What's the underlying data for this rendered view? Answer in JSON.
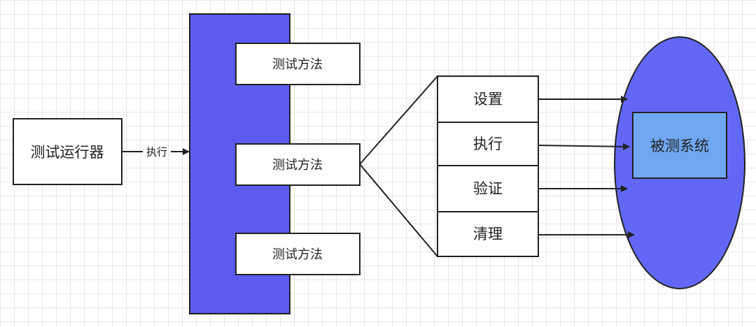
{
  "runner": {
    "label": "测试运行器"
  },
  "execute_arrow": {
    "label": "执行"
  },
  "test_methods": [
    {
      "label": "测试方法"
    },
    {
      "label": "测试方法"
    },
    {
      "label": "测试方法"
    }
  ],
  "phases": [
    {
      "label": "设置"
    },
    {
      "label": "执行"
    },
    {
      "label": "验证"
    },
    {
      "label": "清理"
    }
  ],
  "sut": {
    "label": "被测系统"
  },
  "colors": {
    "test_class_fill": "#5b5bef",
    "sut_ellipse_fill": "#6268f5",
    "sut_box_fill": "#6fa8f0",
    "stroke": "#222222",
    "box_fill": "#ffffff"
  }
}
